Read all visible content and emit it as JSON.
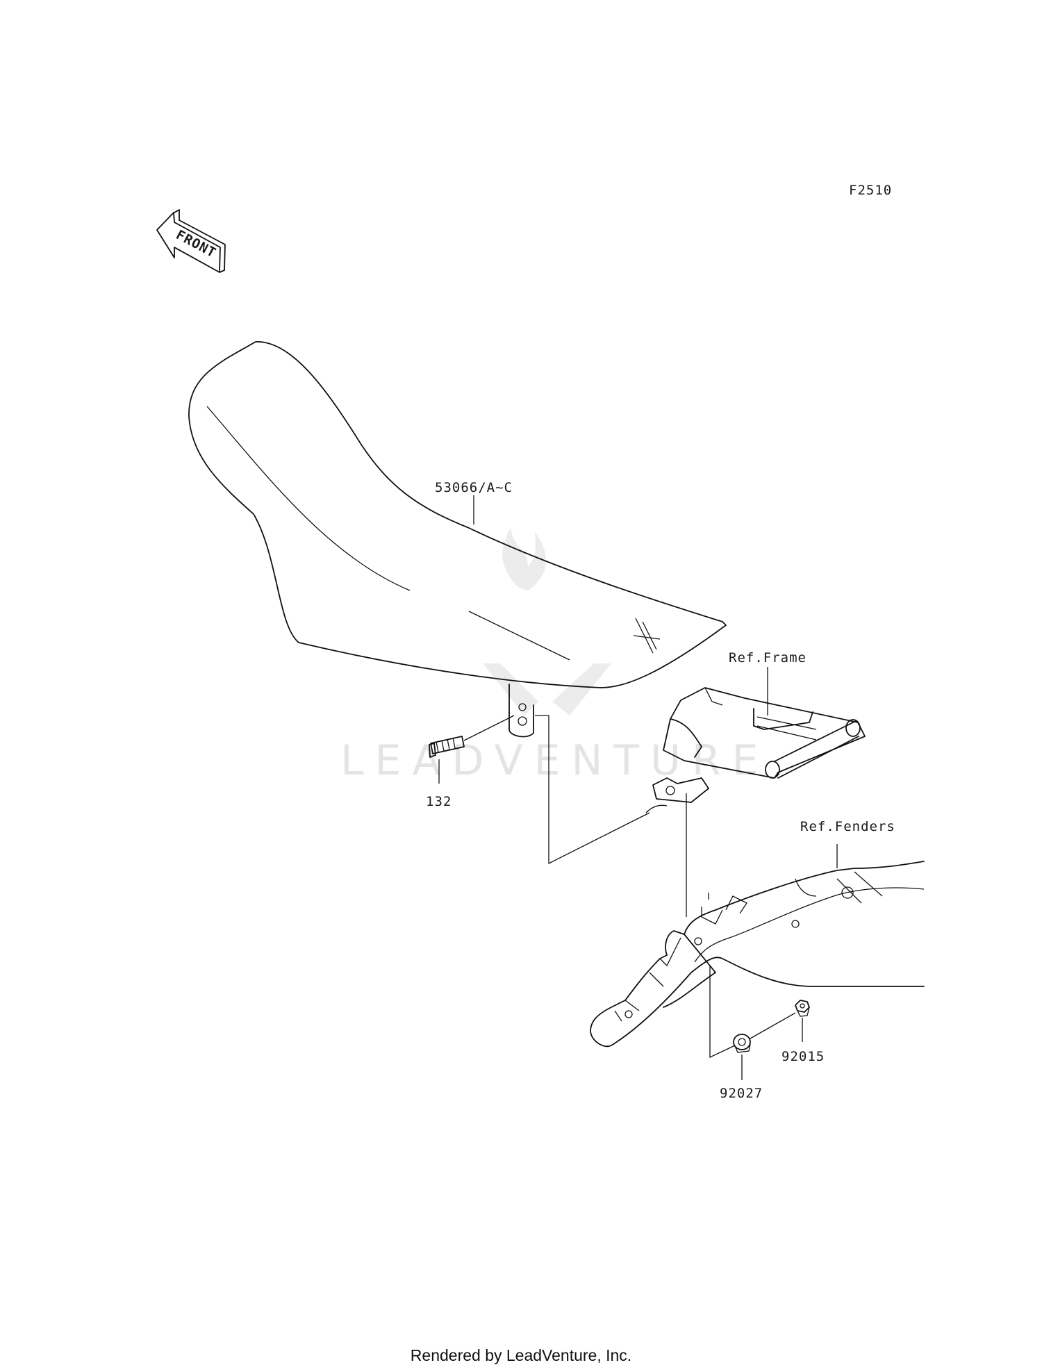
{
  "diagram": {
    "code": "F2510",
    "front_label": "FRONT",
    "watermark": "LEADVENTURE",
    "callouts": {
      "seat": "53066/A~C",
      "bolt": "132",
      "frame": "Ref.Frame",
      "fenders": "Ref.Fenders",
      "nut": "92015",
      "collar": "92027"
    }
  },
  "footer": {
    "credit": "Rendered by LeadVenture, Inc."
  },
  "colors": {
    "line": "#111111",
    "watermark": "#e4e4e4",
    "background": "#ffffff"
  }
}
